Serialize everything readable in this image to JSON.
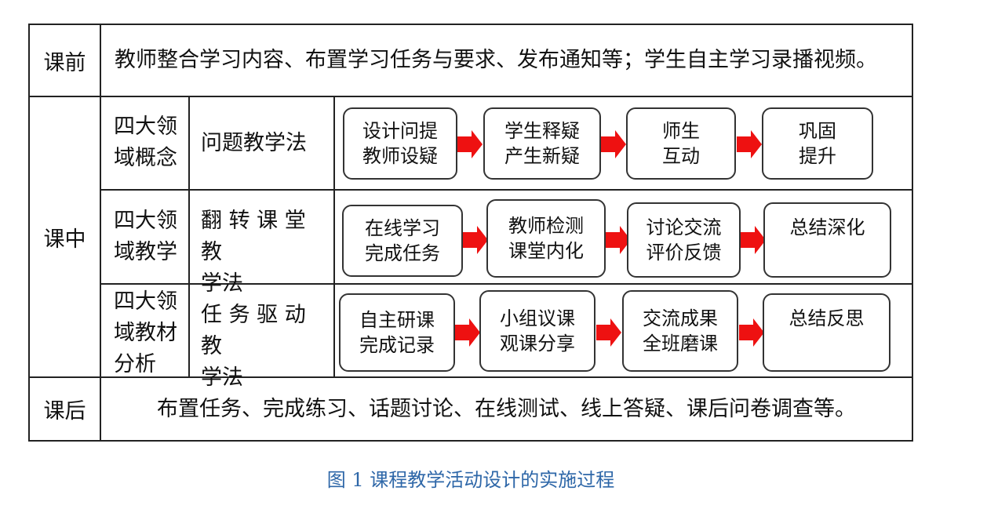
{
  "pre_class": {
    "label": "课前",
    "text": "教师整合学习内容、布置学习任务与要求、发布通知等；学生自主学习录播视频。"
  },
  "in_class": {
    "label": "课中",
    "rows": [
      {
        "domain": "四大领\n域概念",
        "method": "问题教学法",
        "steps": [
          "设计问提\n教师设疑",
          "学生释疑\n产生新疑",
          "师生\n互动",
          "巩固\n提升"
        ]
      },
      {
        "domain": "四大领\n域教学",
        "method": "翻 转 课 堂 教\n学法",
        "steps": [
          "在线学习\n完成任务",
          "教师检测\n课堂内化",
          "讨论交流\n评价反馈",
          "总结深化"
        ]
      },
      {
        "domain": "四大领\n域教材\n分析",
        "method": "任 务 驱 动 教\n学法",
        "steps": [
          "自主研课\n完成记录",
          "小组议课\n观课分享",
          "交流成果\n全班磨课",
          "总结反思"
        ]
      }
    ]
  },
  "post_class": {
    "label": "课后",
    "text": "布置任务、完成练习、话题讨论、在线测试、线上答疑、课后问卷调查等。"
  },
  "caption": "图 1 课程教学活动设计的实施过程",
  "colors": {
    "arrow": "#ee1111",
    "caption": "#2e67a8",
    "line": "#222222"
  }
}
